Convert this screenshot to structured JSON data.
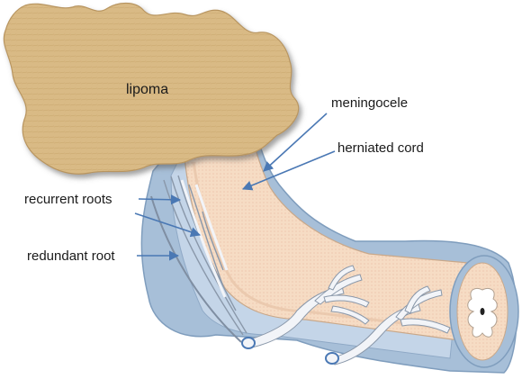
{
  "labels": {
    "lipoma": "lipoma",
    "meningocele": "meningocele",
    "herniated_cord": "herniated cord",
    "recurrent_roots": "recurrent roots",
    "redundant_root": "redundant root"
  },
  "colors": {
    "lipoma_fill": "#d6b57c",
    "dura_fill": "#9fb9d4",
    "cord_fill": "#f6dcc4",
    "arrow": "#4a78b4"
  }
}
